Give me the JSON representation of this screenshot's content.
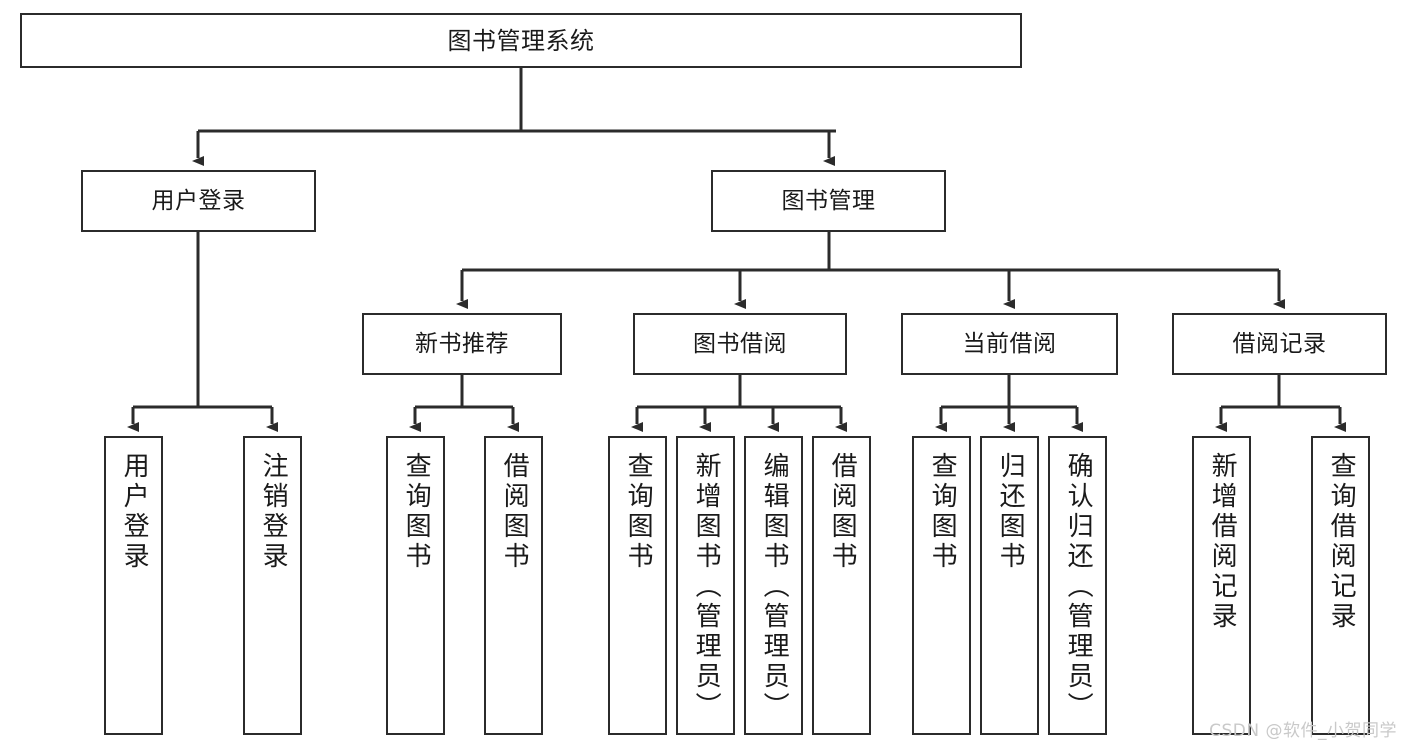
{
  "diagram": {
    "title": "图书管理系统",
    "type": "tree",
    "orientation": "top-down",
    "colors": {
      "box_border": "#2b2b2b",
      "box_fill": "#ffffff",
      "connector": "#2b2b2b",
      "text": "#1a1a1a",
      "watermark": "#c9c9c9",
      "background": "#ffffff"
    },
    "root": {
      "label": "图书管理系统"
    },
    "level2": [
      {
        "label": "用户登录"
      },
      {
        "label": "图书管理"
      }
    ],
    "level3": [
      {
        "label": "新书推荐"
      },
      {
        "label": "图书借阅"
      },
      {
        "label": "当前借阅"
      },
      {
        "label": "借阅记录"
      }
    ],
    "leaves": {
      "user_login": [
        {
          "label": "用户登录"
        },
        {
          "label": "注销登录"
        }
      ],
      "new_book_recommend": [
        {
          "label": "查询图书"
        },
        {
          "label": "借阅图书"
        }
      ],
      "book_borrow": [
        {
          "label": "查询图书"
        },
        {
          "label": "新增图书（管理员）"
        },
        {
          "label": "编辑图书（管理员）"
        },
        {
          "label": "借阅图书"
        }
      ],
      "current_borrow": [
        {
          "label": "查询图书"
        },
        {
          "label": "归还图书"
        },
        {
          "label": "确认归还（管理员）"
        }
      ],
      "borrow_record": [
        {
          "label": "新增借阅记录"
        },
        {
          "label": "查询借阅记录"
        }
      ]
    }
  },
  "watermark": {
    "text": "CSDN @软件_小贺同学"
  }
}
